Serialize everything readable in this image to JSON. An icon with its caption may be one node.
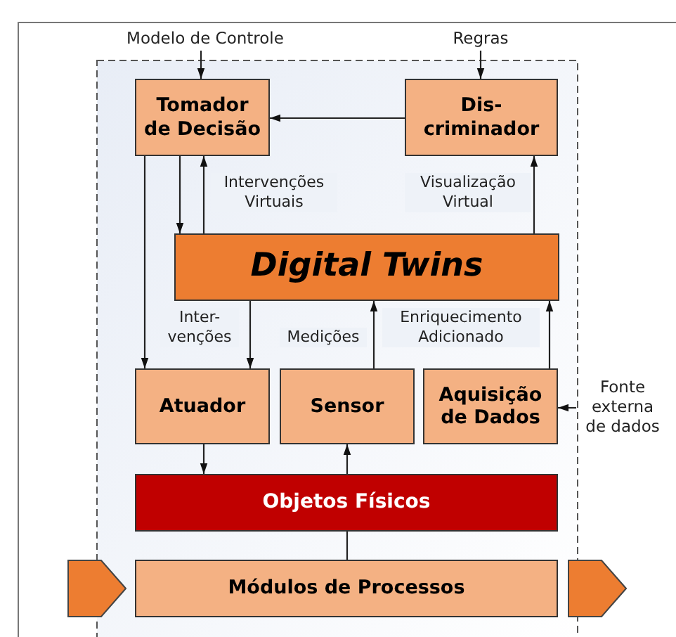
{
  "diagram": {
    "nodes": [
      {
        "text": [
          "Modelo de Controle"
        ]
      },
      {
        "text": [
          "Regras"
        ]
      },
      {
        "text": [
          "Tomador de Decisão"
        ]
      },
      {
        "text": [
          "Dis- criminador"
        ]
      },
      {
        "text": [
          "Digital Twins"
        ]
      },
      {
        "text": [
          "Atuador"
        ]
      },
      {
        "text": [
          "Sensor"
        ]
      },
      {
        "text": [
          "Aquisição de Dados"
        ]
      },
      {
        "text": [
          "Fonte externa de dados"
        ]
      },
      {
        "text": [
          "Objetos Físicos"
        ]
      },
      {
        "text": [
          "Módulos de Processos"
        ]
      },
      {
        "text": [],
        "shape": "chevron"
      },
      {
        "text": [],
        "shape": "chevron"
      }
    ],
    "edges": [
      {
        "from": 0,
        "to": 2,
        "arrow": "to"
      },
      {
        "from": 1,
        "to": 3,
        "arrow": "to"
      },
      {
        "from": 3,
        "to": 2,
        "arrow": "to"
      },
      {
        "from": 2,
        "to": 5,
        "arrow": "to"
      },
      {
        "from": 2,
        "to": 4,
        "arrow": "to"
      },
      {
        "from": 4,
        "to": 2,
        "arrow": "to",
        "label": "Intervenções Virtuais"
      },
      {
        "from": 4,
        "to": 3,
        "arrow": "to",
        "label": "Visualização Virtual"
      },
      {
        "from": 4,
        "to": 5,
        "arrow": "to",
        "label": "Inter- venções"
      },
      {
        "from": 6,
        "to": 4,
        "arrow": "to",
        "label": "Medições"
      },
      {
        "from": 7,
        "to": 4,
        "arrow": "to",
        "label": "Enriquecimento Adicionado"
      },
      {
        "from": 8,
        "to": 7,
        "arrow": "to"
      },
      {
        "from": 5,
        "to": 9,
        "arrow": "to"
      },
      {
        "from": 9,
        "to": 6,
        "arrow": "to"
      },
      {
        "from": 10,
        "to": 9,
        "arrow": "none"
      }
    ]
  }
}
